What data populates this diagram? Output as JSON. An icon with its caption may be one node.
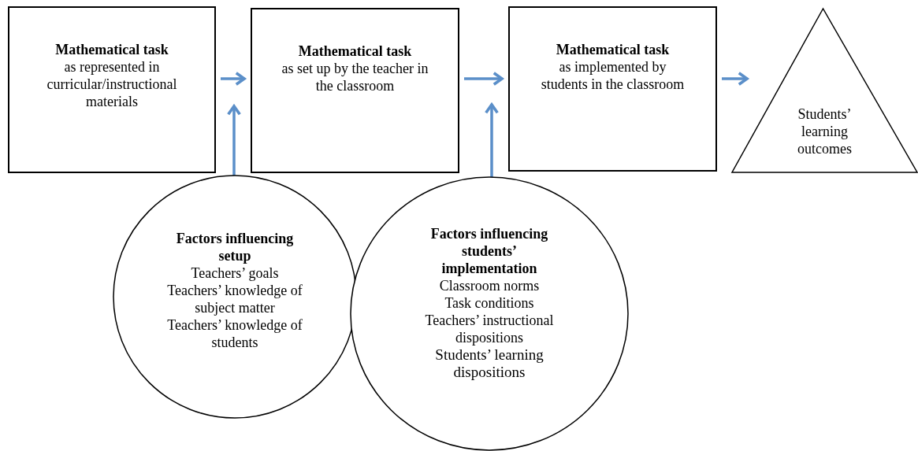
{
  "diagram": {
    "nodes": [
      {
        "text": [
          "Mathematical task",
          "as represented in curricular/instructional materials"
        ]
      },
      {
        "text": [
          "Mathematical task",
          "as set up by the teacher in the classroom"
        ]
      },
      {
        "text": [
          "Mathematical task",
          "as implemented by students in the classroom"
        ]
      },
      {
        "text": [
          "Students’ learning outcomes"
        ]
      },
      {
        "text": [
          "Factors influencing setup",
          "Teachers’ goals",
          "Teachers’ knowledge of subject matter",
          "Teachers’ knowledge of students"
        ]
      },
      {
        "text": [
          "Factors influencing students’ implementation",
          "Classroom norms",
          "Task conditions",
          "Teachers’ instructional dispositions",
          "Students’ learning dispositions"
        ]
      }
    ],
    "edges": [
      {
        "from": 0,
        "to": 1,
        "arrow": "to"
      },
      {
        "from": 1,
        "to": 2,
        "arrow": "to"
      },
      {
        "from": 2,
        "to": 3,
        "arrow": "to"
      },
      {
        "from": 4,
        "to": 1,
        "arrow": "to"
      },
      {
        "from": 5,
        "to": 2,
        "arrow": "to"
      }
    ]
  }
}
